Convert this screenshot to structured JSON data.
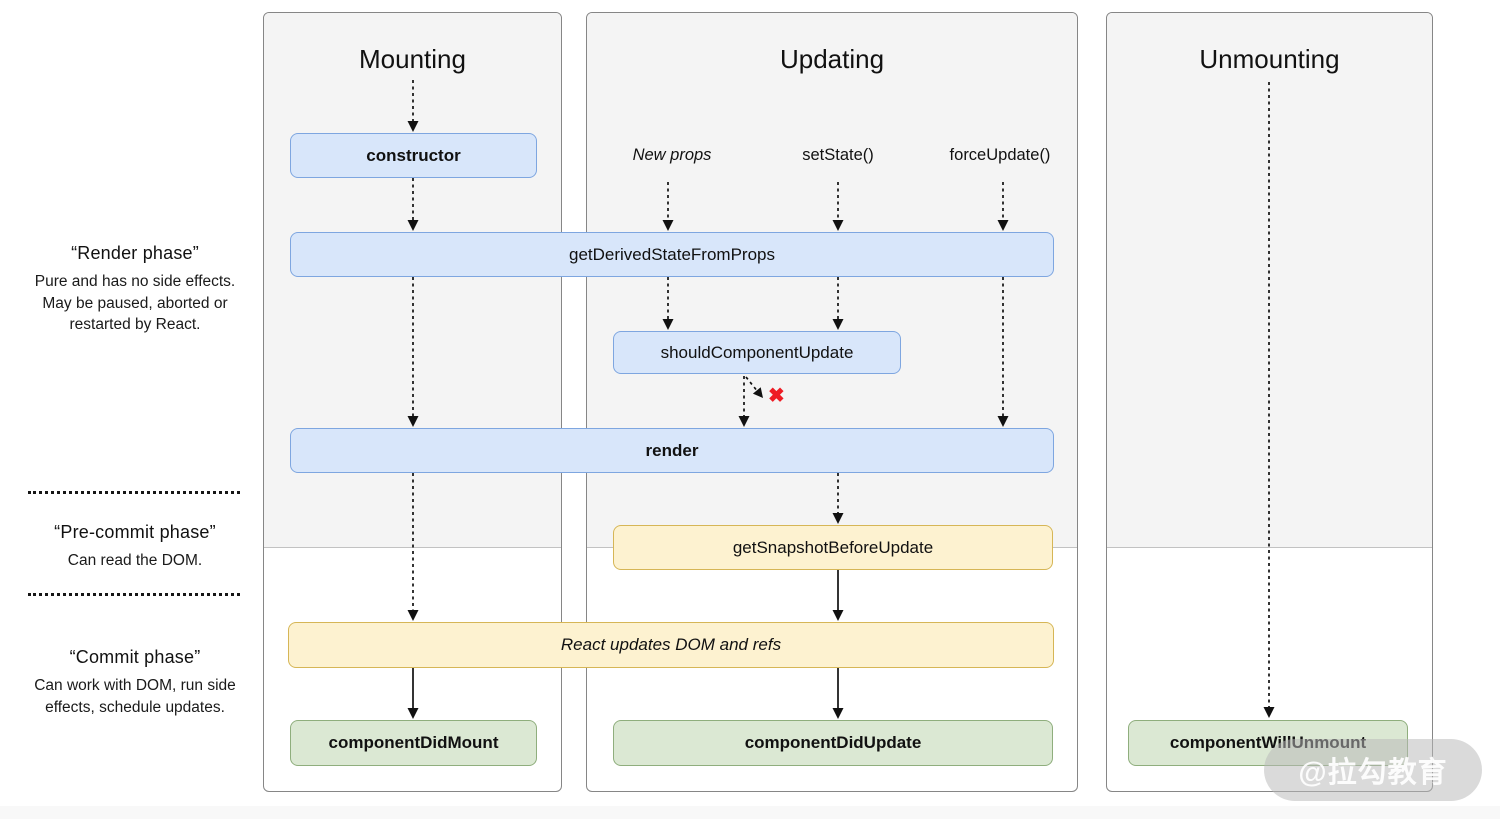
{
  "diagram": {
    "columns": [
      {
        "id": "mounting",
        "title": "Mounting"
      },
      {
        "id": "updating",
        "title": "Updating"
      },
      {
        "id": "unmounting",
        "title": "Unmounting"
      }
    ],
    "side_phases": [
      {
        "title": "“Render phase”",
        "desc": "Pure and has no side effects. May be paused, aborted or restarted by React."
      },
      {
        "title": "“Pre-commit phase”",
        "desc": "Can read the DOM."
      },
      {
        "title": "“Commit phase”",
        "desc": "Can work with DOM, run side effects, schedule updates."
      }
    ],
    "triggers": [
      {
        "label": "New props"
      },
      {
        "label": "setState()"
      },
      {
        "label": "forceUpdate()"
      }
    ],
    "nodes": {
      "constructor": "constructor",
      "getDerivedStateFromProps": "getDerivedStateFromProps",
      "shouldComponentUpdate": "shouldComponentUpdate",
      "render": "render",
      "getSnapshotBeforeUpdate": "getSnapshotBeforeUpdate",
      "reactUpdates": "React updates DOM and refs",
      "componentDidMount": "componentDidMount",
      "componentDidUpdate": "componentDidUpdate",
      "componentWillUnmount": "componentWillUnmount"
    },
    "abort_mark": "✖",
    "watermark": "@拉勾教育",
    "colors": {
      "node_blue_fill": "#d8e6fa",
      "node_blue_border": "#7ea6e0",
      "node_yellow_fill": "#fdf2d0",
      "node_yellow_border": "#d6b656",
      "node_green_fill": "#dbe8d3",
      "node_green_border": "#8fae7d",
      "column_bg": "#f4f4f4",
      "column_border": "#868686",
      "abort_red": "#ee1c24",
      "arrow": "#111111"
    }
  }
}
